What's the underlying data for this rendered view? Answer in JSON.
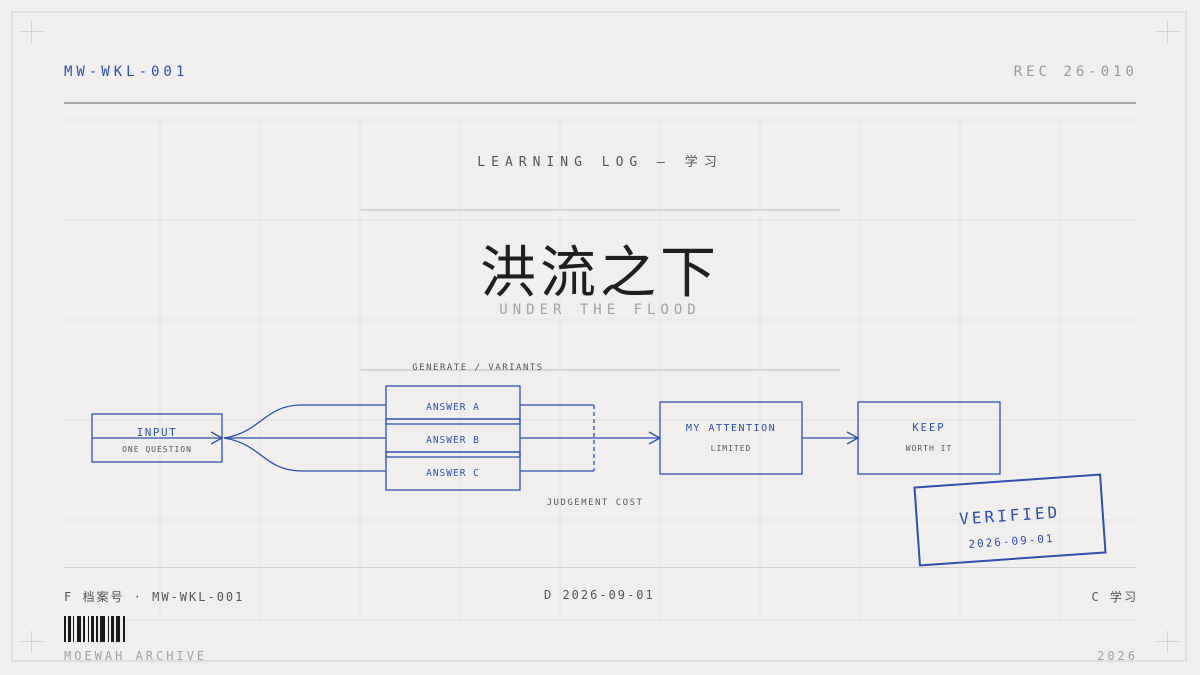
{
  "header": {
    "doc_id": "MW-WKL-001",
    "rec_id": "REC 26-010"
  },
  "kicker": "LEARNING LOG — 学习",
  "title": "洪流之下",
  "subtitle": "UNDER THE FLOOD",
  "diagram": {
    "input": {
      "label": "INPUT",
      "sub": "ONE QUESTION"
    },
    "generate_label": "GENERATE / VARIANTS",
    "answers": [
      "ANSWER A",
      "ANSWER B",
      "ANSWER C"
    ],
    "judgement_label": "JUDGEMENT COST",
    "attention": {
      "label": "MY ATTENTION",
      "sub": "LIMITED"
    },
    "keep": {
      "label": "KEEP",
      "sub": "WORTH IT"
    }
  },
  "stamp": {
    "label": "VERIFIED",
    "date": "2026-09-01"
  },
  "footer": {
    "file": "F 档案号 · MW-WKL-001",
    "date": "D 2026-09-01",
    "category": "C 学习",
    "archive": "MOEWAH ARCHIVE",
    "year": "2026"
  },
  "colors": {
    "accent": "#2e4fae",
    "background": "#f0efed",
    "ink": "#1f1f1f"
  }
}
